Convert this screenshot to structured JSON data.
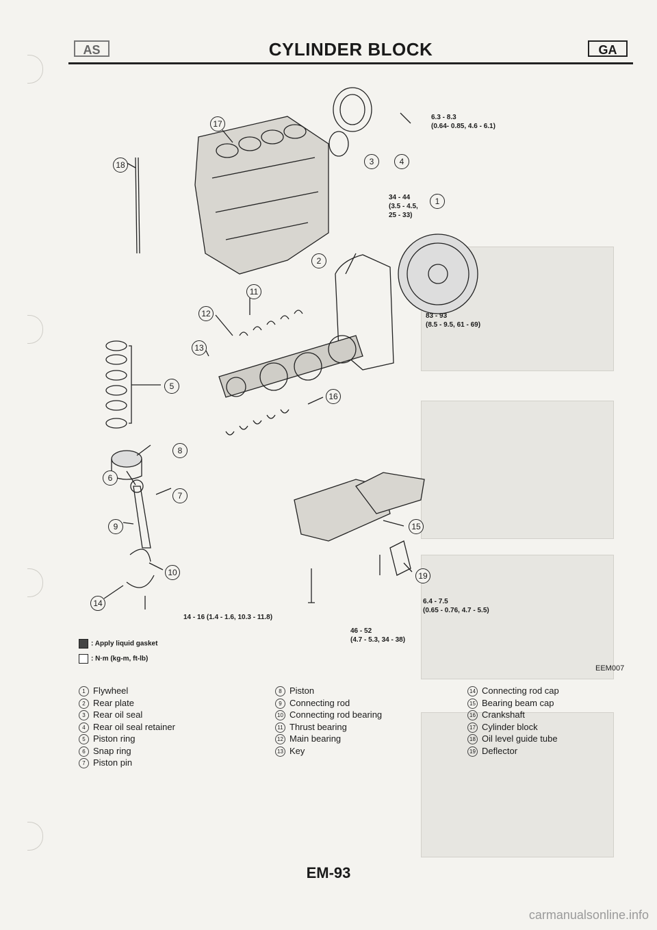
{
  "header": {
    "left_tab": "AS",
    "title": "CYLINDER BLOCK",
    "right_tab": "GA"
  },
  "torques": {
    "t1": "6.3 - 8.3\n(0.64- 0.85, 4.6 - 6.1)",
    "t2": "34 - 44\n(3.5 - 4.5,\n25 - 33)",
    "t3": "83 - 93\n(8.5 - 9.5, 61 - 69)",
    "t4": "6.4 - 7.5\n(0.65 - 0.76, 4.7 - 5.5)",
    "t5": "14 - 16 (1.4 - 1.6, 10.3 - 11.8)",
    "t6": "46 - 52\n(4.7 - 5.3, 34 - 38)"
  },
  "legend": {
    "gasket": ": Apply liquid gasket",
    "torque": ": N·m (kg-m, ft-lb)"
  },
  "figure_code": "EEM007",
  "parts": {
    "col1": [
      {
        "n": "1",
        "label": "Flywheel"
      },
      {
        "n": "2",
        "label": "Rear plate"
      },
      {
        "n": "3",
        "label": "Rear oil seal"
      },
      {
        "n": "4",
        "label": "Rear oil seal retainer"
      },
      {
        "n": "5",
        "label": "Piston ring"
      },
      {
        "n": "6",
        "label": "Snap ring"
      },
      {
        "n": "7",
        "label": "Piston pin"
      }
    ],
    "col2": [
      {
        "n": "8",
        "label": "Piston"
      },
      {
        "n": "9",
        "label": "Connecting rod"
      },
      {
        "n": "10",
        "label": "Connecting rod bearing"
      },
      {
        "n": "11",
        "label": "Thrust bearing"
      },
      {
        "n": "12",
        "label": "Main bearing"
      },
      {
        "n": "13",
        "label": "Key"
      }
    ],
    "col3": [
      {
        "n": "14",
        "label": "Connecting rod cap"
      },
      {
        "n": "15",
        "label": "Bearing beam cap"
      },
      {
        "n": "16",
        "label": "Crankshaft"
      },
      {
        "n": "17",
        "label": "Cylinder block"
      },
      {
        "n": "18",
        "label": "Oil level guide tube"
      },
      {
        "n": "19",
        "label": "Deflector"
      }
    ]
  },
  "footer": "EM-93",
  "watermark": "carmanualsonline.info"
}
